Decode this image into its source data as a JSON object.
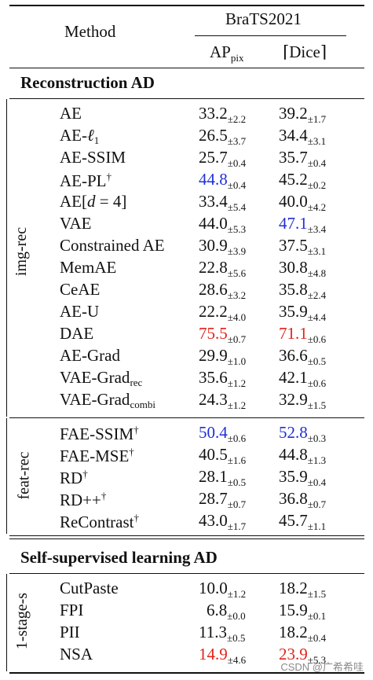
{
  "table": {
    "header": {
      "method": "Method",
      "dataset": "BraTS2021",
      "ap_base": "AP",
      "ap_sub": "pix",
      "dice": "⌈Dice⌉"
    },
    "sections": [
      {
        "title": "Reconstruction AD",
        "groups": [
          {
            "label": "img-rec",
            "rows": [
              {
                "method": "AE",
                "method_sup": "",
                "method_sub": "",
                "ap": "33.2",
                "ap_pm": "±2.2",
                "dice": "39.2",
                "dice_pm": "±1.7",
                "ap_rank": "",
                "dice_rank": ""
              },
              {
                "method": "AE-",
                "method_sup": "",
                "method_sub": "",
                "method_ital": "ℓ",
                "method_ital_sub": "1",
                "ap": "26.5",
                "ap_pm": "±3.7",
                "dice": "34.4",
                "dice_pm": "±3.1",
                "ap_rank": "",
                "dice_rank": ""
              },
              {
                "method": "AE-SSIM",
                "method_sup": "",
                "method_sub": "",
                "ap": "25.7",
                "ap_pm": "±0.4",
                "dice": "35.7",
                "dice_pm": "±0.4",
                "ap_rank": "",
                "dice_rank": ""
              },
              {
                "method": "AE-PL",
                "method_sup": "†",
                "method_sub": "",
                "ap": "44.8",
                "ap_pm": "±0.4",
                "dice": "45.2",
                "dice_pm": "±0.2",
                "ap_rank": "second",
                "dice_rank": ""
              },
              {
                "method": "AE[",
                "method_sup": "",
                "method_sub": "",
                "method_ital": "d",
                "method_tail": " = 4]",
                "ap": "33.4",
                "ap_pm": "±5.4",
                "dice": "40.0",
                "dice_pm": "±4.2",
                "ap_rank": "",
                "dice_rank": ""
              },
              {
                "method": "VAE",
                "method_sup": "",
                "method_sub": "",
                "ap": "44.0",
                "ap_pm": "±5.3",
                "dice": "47.1",
                "dice_pm": "±3.4",
                "ap_rank": "",
                "dice_rank": "second"
              },
              {
                "method": "Constrained AE",
                "method_sup": "",
                "method_sub": "",
                "ap": "30.9",
                "ap_pm": "±3.9",
                "dice": "37.5",
                "dice_pm": "±3.1",
                "ap_rank": "",
                "dice_rank": ""
              },
              {
                "method": "MemAE",
                "method_sup": "",
                "method_sub": "",
                "ap": "22.8",
                "ap_pm": "±5.6",
                "dice": "30.8",
                "dice_pm": "±4.8",
                "ap_rank": "",
                "dice_rank": ""
              },
              {
                "method": "CeAE",
                "method_sup": "",
                "method_sub": "",
                "ap": "28.6",
                "ap_pm": "±3.2",
                "dice": "35.8",
                "dice_pm": "±2.4",
                "ap_rank": "",
                "dice_rank": ""
              },
              {
                "method": "AE-U",
                "method_sup": "",
                "method_sub": "",
                "ap": "22.2",
                "ap_pm": "±4.0",
                "dice": "35.9",
                "dice_pm": "±4.4",
                "ap_rank": "",
                "dice_rank": ""
              },
              {
                "method": "DAE",
                "method_sup": "",
                "method_sub": "",
                "ap": "75.5",
                "ap_pm": "±0.7",
                "dice": "71.1",
                "dice_pm": "±0.6",
                "ap_rank": "best",
                "dice_rank": "best"
              },
              {
                "method": "AE-Grad",
                "method_sup": "",
                "method_sub": "",
                "ap": "29.9",
                "ap_pm": "±1.0",
                "dice": "36.6",
                "dice_pm": "±0.5",
                "ap_rank": "",
                "dice_rank": ""
              },
              {
                "method": "VAE-Grad",
                "method_sup": "",
                "method_sub": "rec",
                "ap": "35.6",
                "ap_pm": "±1.2",
                "dice": "42.1",
                "dice_pm": "±0.6",
                "ap_rank": "",
                "dice_rank": ""
              },
              {
                "method": "VAE-Grad",
                "method_sup": "",
                "method_sub": "combi",
                "ap": "24.3",
                "ap_pm": "±1.2",
                "dice": "32.9",
                "dice_pm": "±1.5",
                "ap_rank": "",
                "dice_rank": ""
              }
            ]
          },
          {
            "label": "feat-rec",
            "rows": [
              {
                "method": "FAE-SSIM",
                "method_sup": "†",
                "method_sub": "",
                "ap": "50.4",
                "ap_pm": "±0.6",
                "dice": "52.8",
                "dice_pm": "±0.3",
                "ap_rank": "second",
                "dice_rank": "second"
              },
              {
                "method": "FAE-MSE",
                "method_sup": "†",
                "method_sub": "",
                "ap": "40.5",
                "ap_pm": "±1.6",
                "dice": "44.8",
                "dice_pm": "±1.3",
                "ap_rank": "",
                "dice_rank": ""
              },
              {
                "method": "RD",
                "method_sup": "†",
                "method_sub": "",
                "ap": "28.1",
                "ap_pm": "±0.5",
                "dice": "35.9",
                "dice_pm": "±0.4",
                "ap_rank": "",
                "dice_rank": ""
              },
              {
                "method": "RD++",
                "method_sup": "†",
                "method_sub": "",
                "ap": "28.7",
                "ap_pm": "±0.7",
                "dice": "36.8",
                "dice_pm": "±0.7",
                "ap_rank": "",
                "dice_rank": ""
              },
              {
                "method": "ReContrast",
                "method_sup": "†",
                "method_sub": "",
                "ap": "43.0",
                "ap_pm": "±1.7",
                "dice": "45.7",
                "dice_pm": "±1.1",
                "ap_rank": "",
                "dice_rank": ""
              }
            ]
          }
        ]
      },
      {
        "title": "Self-supervised learning AD",
        "groups": [
          {
            "label": "1-stage-s",
            "rows": [
              {
                "method": "CutPaste",
                "method_sup": "",
                "method_sub": "",
                "ap": "10.0",
                "ap_pm": "±1.2",
                "dice": "18.2",
                "dice_pm": "±1.5",
                "ap_rank": "",
                "dice_rank": ""
              },
              {
                "method": "FPI",
                "method_sup": "",
                "method_sub": "",
                "ap": "6.8",
                "ap_pm": "±0.0",
                "dice": "15.9",
                "dice_pm": "±0.1",
                "ap_rank": "",
                "dice_rank": ""
              },
              {
                "method": "PII",
                "method_sup": "",
                "method_sub": "",
                "ap": "11.3",
                "ap_pm": "±0.5",
                "dice": "18.2",
                "dice_pm": "±0.4",
                "ap_rank": "",
                "dice_rank": ""
              },
              {
                "method": "NSA",
                "method_sup": "",
                "method_sub": "",
                "ap": "14.9",
                "ap_pm": "±4.6",
                "dice": "23.9",
                "dice_pm": "±5.3",
                "ap_rank": "best",
                "dice_rank": "best"
              }
            ]
          }
        ]
      }
    ]
  },
  "colors": {
    "best": "#e0241b",
    "second": "#1f2fd6"
  },
  "watermark": "CSDN @广希希哇"
}
